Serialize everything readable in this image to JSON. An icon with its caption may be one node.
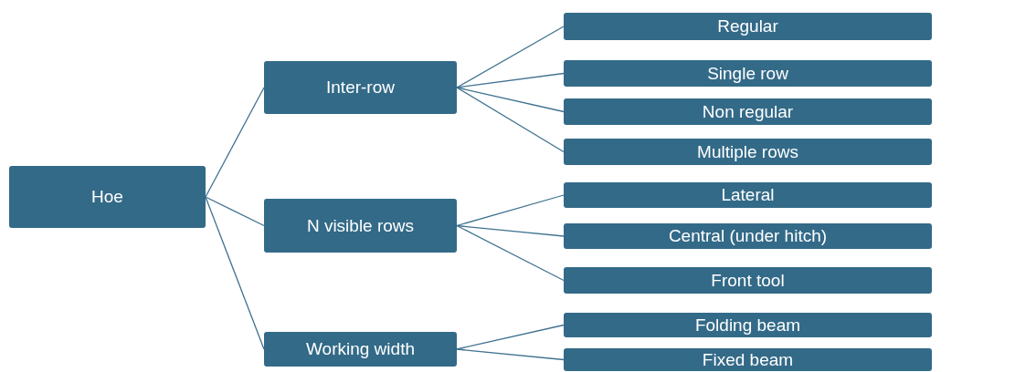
{
  "diagram": {
    "nodes": [
      {
        "text": [
          "Hoe"
        ]
      },
      {
        "text": [
          "Inter-row"
        ]
      },
      {
        "text": [
          "N visible rows"
        ]
      },
      {
        "text": [
          "Working width"
        ]
      },
      {
        "text": [
          "Regular"
        ]
      },
      {
        "text": [
          "Single row"
        ]
      },
      {
        "text": [
          "Non regular"
        ]
      },
      {
        "text": [
          "Multiple rows"
        ]
      },
      {
        "text": [
          "Lateral"
        ]
      },
      {
        "text": [
          "Central (under hitch)"
        ]
      },
      {
        "text": [
          "Front tool"
        ]
      },
      {
        "text": [
          "Folding beam"
        ]
      },
      {
        "text": [
          "Fixed beam"
        ]
      }
    ],
    "edges": [
      {
        "from": 0,
        "to": 1,
        "arrow": "none"
      },
      {
        "from": 0,
        "to": 2,
        "arrow": "none"
      },
      {
        "from": 0,
        "to": 3,
        "arrow": "none"
      },
      {
        "from": 1,
        "to": 4,
        "arrow": "none"
      },
      {
        "from": 1,
        "to": 5,
        "arrow": "none"
      },
      {
        "from": 1,
        "to": 6,
        "arrow": "none"
      },
      {
        "from": 1,
        "to": 7,
        "arrow": "none"
      },
      {
        "from": 2,
        "to": 8,
        "arrow": "none"
      },
      {
        "from": 2,
        "to": 9,
        "arrow": "none"
      },
      {
        "from": 2,
        "to": 10,
        "arrow": "none"
      },
      {
        "from": 3,
        "to": 11,
        "arrow": "none"
      },
      {
        "from": 3,
        "to": 12,
        "arrow": "none"
      }
    ]
  }
}
